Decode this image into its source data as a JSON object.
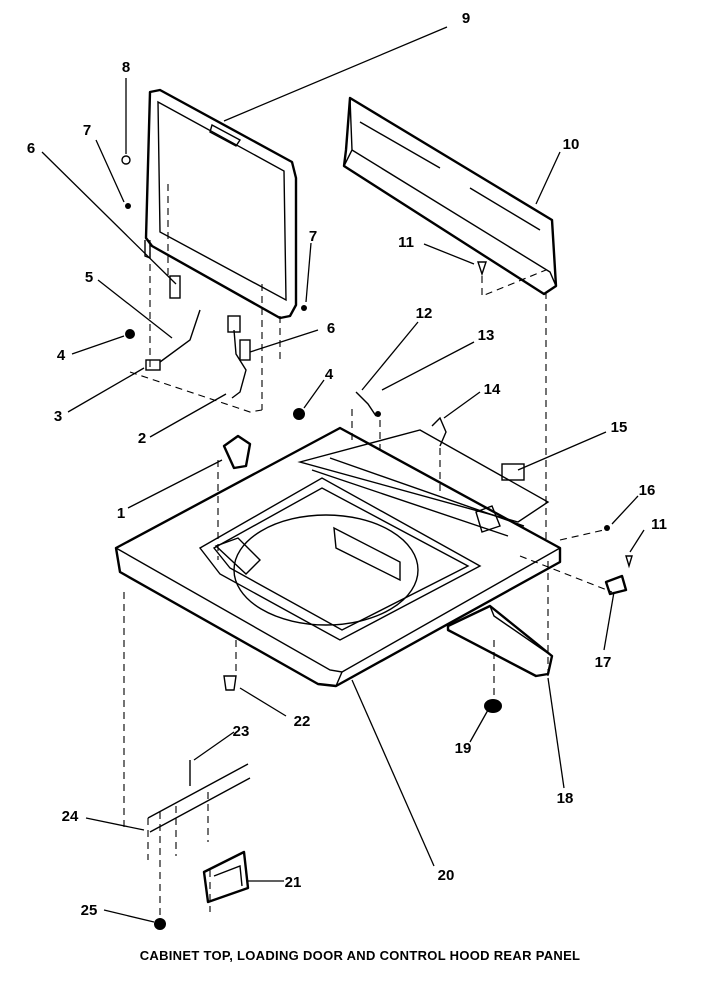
{
  "caption": "CABINET TOP, LOADING DOOR AND CONTROL HOOD REAR PANEL",
  "callouts": [
    {
      "id": "c9",
      "label": "9"
    },
    {
      "id": "c8",
      "label": "8"
    },
    {
      "id": "c7a",
      "label": "7"
    },
    {
      "id": "c6a",
      "label": "6"
    },
    {
      "id": "c10",
      "label": "10"
    },
    {
      "id": "c7b",
      "label": "7"
    },
    {
      "id": "c11a",
      "label": "11"
    },
    {
      "id": "c5",
      "label": "5"
    },
    {
      "id": "c6b",
      "label": "6"
    },
    {
      "id": "c12",
      "label": "12"
    },
    {
      "id": "c13",
      "label": "13"
    },
    {
      "id": "c4a",
      "label": "4"
    },
    {
      "id": "c4b",
      "label": "4"
    },
    {
      "id": "c3",
      "label": "3"
    },
    {
      "id": "c14",
      "label": "14"
    },
    {
      "id": "c2",
      "label": "2"
    },
    {
      "id": "c15",
      "label": "15"
    },
    {
      "id": "c16",
      "label": "16"
    },
    {
      "id": "c1",
      "label": "1"
    },
    {
      "id": "c11b",
      "label": "11"
    },
    {
      "id": "c17",
      "label": "17"
    },
    {
      "id": "c22",
      "label": "22"
    },
    {
      "id": "c23",
      "label": "23"
    },
    {
      "id": "c19",
      "label": "19"
    },
    {
      "id": "c18",
      "label": "18"
    },
    {
      "id": "c24",
      "label": "24"
    },
    {
      "id": "c20",
      "label": "20"
    },
    {
      "id": "c21",
      "label": "21"
    },
    {
      "id": "c25",
      "label": "25"
    }
  ]
}
